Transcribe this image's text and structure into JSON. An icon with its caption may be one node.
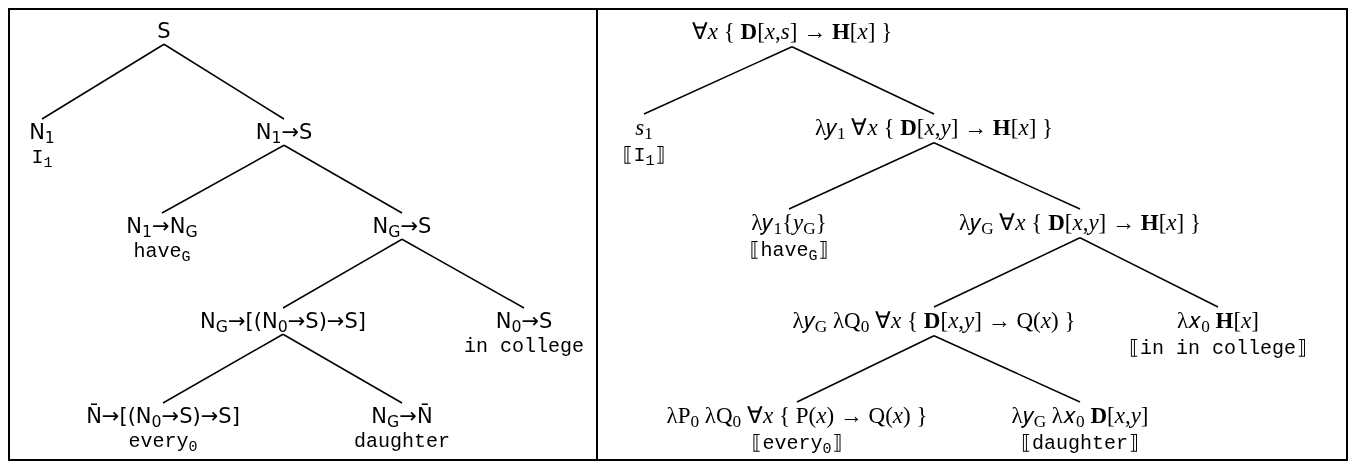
{
  "diagram": {
    "nodes": [
      {
        "text": [],
        "shape": "box"
      },
      {
        "text": [
          "S"
        ],
        "in": 0
      },
      {
        "text": [
          "N$_{1}$",
          "I$_{1}$"
        ],
        "in": 0
      },
      {
        "text": [
          "N$_{1}$→S"
        ],
        "in": 0
      },
      {
        "text": [
          "N$_{1}$→N$_{G}$",
          "have$_{G}$"
        ],
        "in": 0
      },
      {
        "text": [
          "N$_{G}$→S"
        ],
        "in": 0
      },
      {
        "text": [
          "N$_{G}$→[(N$_{0}$→S)→S]"
        ],
        "in": 0
      },
      {
        "text": [
          "N$_{0}$→S",
          "in college"
        ],
        "in": 0
      },
      {
        "text": [
          "N̄→[(N$_{0}$→S)→S]",
          "every$_{0}$"
        ],
        "in": 0
      },
      {
        "text": [
          "N$_{G}$→N̄",
          "daughter"
        ],
        "in": 0
      },
      {
        "text": [],
        "shape": "box"
      },
      {
        "text": [
          "∀*x* { **D**[*x*,*s*] → **H**[*x*] }"
        ],
        "in": 10
      },
      {
        "text": [
          "*s*$_{1}$",
          "⟦I$_{1}$⟧"
        ],
        "in": 10
      },
      {
        "text": [
          "λ𝑦$_{1}$ ∀*x* { **D**[*x*,*y*] → **H**[*x*] }"
        ],
        "in": 10
      },
      {
        "text": [
          "λ𝑦$_{1}${*y*$_{G}$}",
          "⟦have$_{G}$⟧"
        ],
        "in": 10
      },
      {
        "text": [
          "λ𝑦$_{G}$ ∀*x* { **D**[*x*,*y*] → **H**[*x*] }"
        ],
        "in": 10
      },
      {
        "text": [
          "λ𝑦$_{G}$ λQ$_{0}$ ∀*x* { **D**[*x*,*y*] → Q(*x*) }"
        ],
        "in": 10
      },
      {
        "text": [
          "λ𝑥$_{0}$ **H**[*x*]",
          "⟦in in college⟧"
        ],
        "in": 10
      },
      {
        "text": [
          "λP$_{0}$ λQ$_{0}$ ∀*x* { P(*x*) → Q(*x*) }",
          "⟦every$_{0}$⟧"
        ],
        "in": 10
      },
      {
        "text": [
          "λ𝑦$_{G}$ λ𝑥$_{0}$ **D**[*x*,*y*]",
          "⟦daughter⟧"
        ],
        "in": 10
      }
    ],
    "edges": [
      {
        "from": 1,
        "to": 2,
        "arrow": "none"
      },
      {
        "from": 1,
        "to": 3,
        "arrow": "none"
      },
      {
        "from": 3,
        "to": 4,
        "arrow": "none"
      },
      {
        "from": 3,
        "to": 5,
        "arrow": "none"
      },
      {
        "from": 5,
        "to": 6,
        "arrow": "none"
      },
      {
        "from": 5,
        "to": 7,
        "arrow": "none"
      },
      {
        "from": 6,
        "to": 8,
        "arrow": "none"
      },
      {
        "from": 6,
        "to": 9,
        "arrow": "none"
      },
      {
        "from": 11,
        "to": 12,
        "arrow": "none"
      },
      {
        "from": 11,
        "to": 13,
        "arrow": "none"
      },
      {
        "from": 13,
        "to": 14,
        "arrow": "none"
      },
      {
        "from": 13,
        "to": 15,
        "arrow": "none"
      },
      {
        "from": 15,
        "to": 16,
        "arrow": "none"
      },
      {
        "from": 15,
        "to": 17,
        "arrow": "none"
      },
      {
        "from": 16,
        "to": 18,
        "arrow": "none"
      },
      {
        "from": 16,
        "to": 19,
        "arrow": "none"
      }
    ]
  }
}
